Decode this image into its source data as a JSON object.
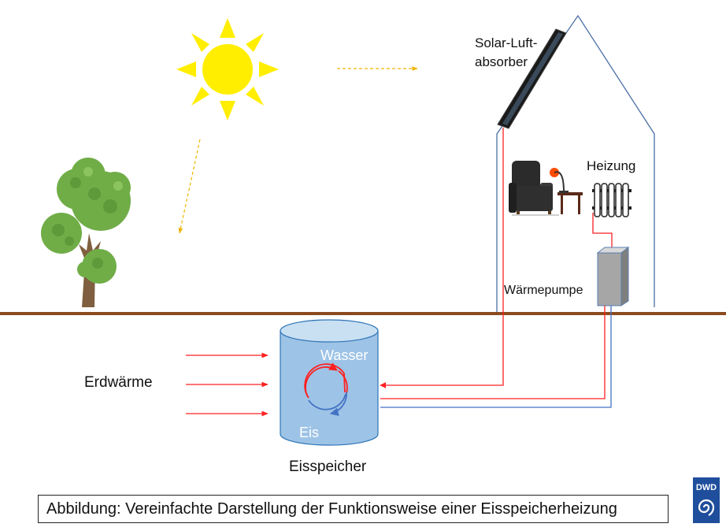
{
  "labels": {
    "absorber_line1": "Solar-Luft-",
    "absorber_line2": "absorber",
    "heating": "Heizung",
    "heat_pump": "Wärmepumpe",
    "water": "Wasser",
    "ice": "Eis",
    "geothermal": "Erdwärme",
    "storage": "Eisspeicher"
  },
  "caption": "Abbildung: Vereinfachte Darstellung der Funktionsweise einer Eisspeicherheizung",
  "logo": {
    "text": "DWD",
    "color": "#1f4e9c"
  },
  "colors": {
    "sun": "#ffee00",
    "sun_ray_arrow": "#f0b400",
    "ground": "#8b4a1e",
    "warm_pipe": "#ff2020",
    "cold_pipe": "#4472c4",
    "house_outline": "#4a6fa5",
    "tank_fill": "#9dc3e6",
    "tank_top": "#c9dff2",
    "tank_outline": "#2e75b6",
    "heat_pump": "#a6a6a6",
    "tree_leaves": "#70ad47",
    "tree_trunk": "#7f5f3f"
  }
}
